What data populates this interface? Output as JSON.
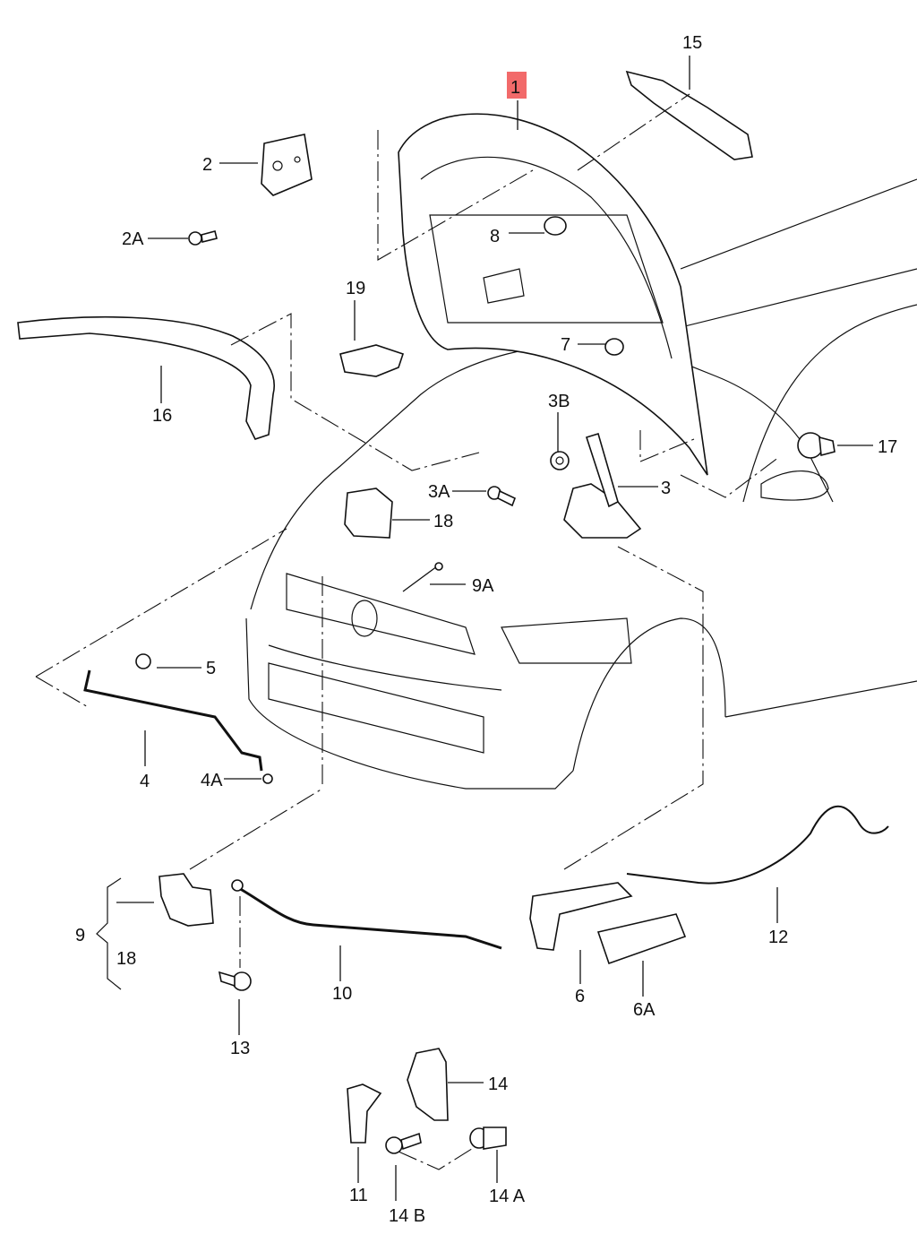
{
  "diagram": {
    "title": "Hood / bonnet assembly exploded view",
    "highlight_color": "#f26a6a",
    "labels": [
      {
        "id": "1",
        "text": "1",
        "highlighted": true
      },
      {
        "id": "2",
        "text": "2"
      },
      {
        "id": "2A",
        "text": "2A"
      },
      {
        "id": "3",
        "text": "3"
      },
      {
        "id": "3A",
        "text": "3A"
      },
      {
        "id": "3B",
        "text": "3B"
      },
      {
        "id": "4",
        "text": "4"
      },
      {
        "id": "4A",
        "text": "4A"
      },
      {
        "id": "5",
        "text": "5"
      },
      {
        "id": "6",
        "text": "6"
      },
      {
        "id": "6A",
        "text": "6A"
      },
      {
        "id": "7",
        "text": "7"
      },
      {
        "id": "8",
        "text": "8"
      },
      {
        "id": "9",
        "text": "9"
      },
      {
        "id": "9A",
        "text": "9A"
      },
      {
        "id": "10",
        "text": "10"
      },
      {
        "id": "11",
        "text": "11"
      },
      {
        "id": "12",
        "text": "12"
      },
      {
        "id": "13",
        "text": "13"
      },
      {
        "id": "14",
        "text": "14"
      },
      {
        "id": "14A",
        "text": "14 A"
      },
      {
        "id": "14B",
        "text": "14 B"
      },
      {
        "id": "15",
        "text": "15"
      },
      {
        "id": "16",
        "text": "16"
      },
      {
        "id": "17",
        "text": "17"
      },
      {
        "id": "18a",
        "text": "18"
      },
      {
        "id": "18b",
        "text": "18"
      },
      {
        "id": "19",
        "text": "19"
      }
    ]
  }
}
